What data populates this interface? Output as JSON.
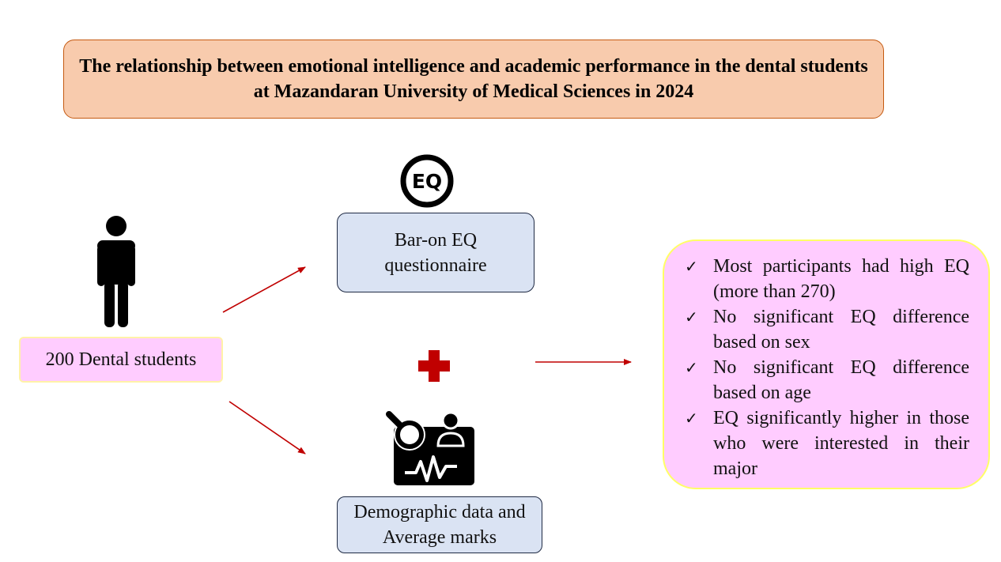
{
  "title": "The relationship between emotional intelligence and academic performance in the dental students at Mazandaran University of Medical Sciences in 2024",
  "participants": {
    "label": "200 Dental students"
  },
  "eq_logo": {
    "text": "EQ",
    "icon": "eq-logo-icon"
  },
  "instrument": {
    "label": "Bar-on EQ questionnaire"
  },
  "plus": {
    "icon": "plus-icon",
    "color": "#c00000"
  },
  "data_source": {
    "label": "Demographic data and Average marks"
  },
  "results": {
    "items": [
      "Most participants had high EQ (more than 270)",
      "No significant EQ difference based on sex",
      "No significant EQ difference based on age",
      "EQ significantly higher in those who were interested in their major"
    ]
  },
  "colors": {
    "title_fill": "#f8cbad",
    "title_border": "#c55a11",
    "box_blue": "#dae3f3",
    "box_pink": "#ffccff",
    "box_yellow_border": "#ffff66",
    "arrow": "#c00000"
  }
}
